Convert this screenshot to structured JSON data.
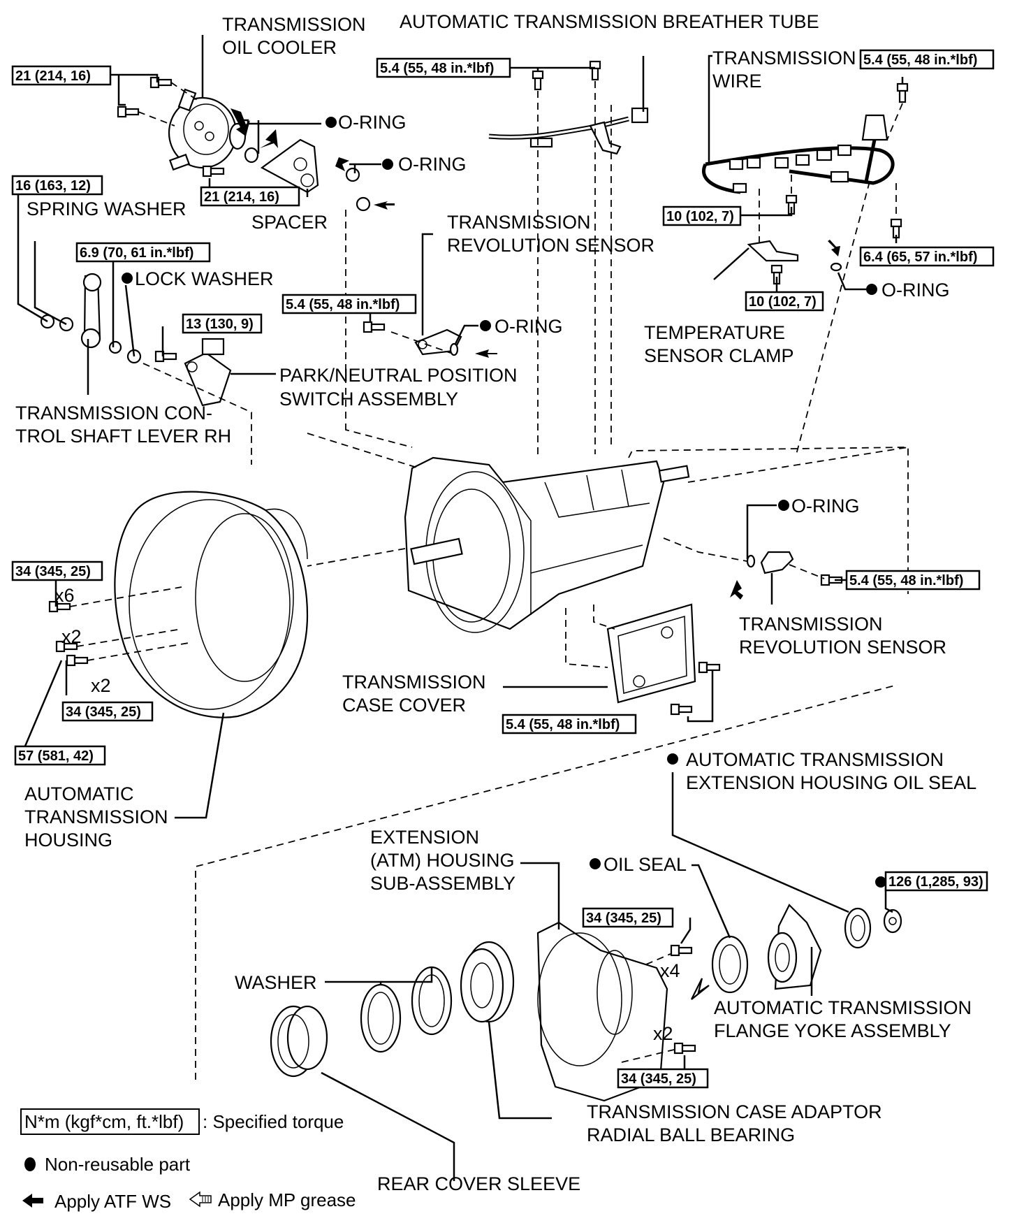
{
  "labels": {
    "oil_cooler": [
      "TRANSMISSION",
      "OIL COOLER"
    ],
    "breather_tube": [
      "AUTOMATIC TRANSMISSION BREATHER TUBE"
    ],
    "transmission_wire": [
      "TRANSMISSION",
      "WIRE"
    ],
    "o_ring_1": "O-RING",
    "o_ring_2": "O-RING",
    "spring_washer": "SPRING WASHER",
    "spacer": "SPACER",
    "revolution_sensor_top": [
      "TRANSMISSION",
      "REVOLUTION SENSOR"
    ],
    "o_ring_wire": "O-RING",
    "lock_washer": "LOCK WASHER",
    "temperature_clamp": [
      "TEMPERATURE",
      "SENSOR CLAMP"
    ],
    "o_ring_sensor_top": "O-RING",
    "park_neutral": [
      "PARK/NEUTRAL POSITION",
      "SWITCH ASSEMBLY"
    ],
    "control_shaft_lever": [
      "TRANSMISSION CON-",
      "TROL SHAFT LEVER RH"
    ],
    "o_ring_sensor_right": "O-RING",
    "revolution_sensor_right": [
      "TRANSMISSION",
      "REVOLUTION SENSOR"
    ],
    "case_cover": [
      "TRANSMISSION",
      "CASE COVER"
    ],
    "ext_housing_oil_seal": [
      "AUTOMATIC TRANSMISSION",
      "EXTENSION HOUSING OIL SEAL"
    ],
    "trans_housing": [
      "AUTOMATIC",
      "TRANSMISSION",
      "HOUSING"
    ],
    "extension_housing": [
      "EXTENSION",
      "(ATM) HOUSING",
      "SUB-ASSEMBLY"
    ],
    "oil_seal": "OIL SEAL",
    "washer": "WASHER",
    "flange_yoke": [
      "AUTOMATIC TRANSMISSION",
      "FLANGE YOKE ASSEMBLY"
    ],
    "ball_bearing": [
      "TRANSMISSION CASE ADAPTOR",
      "RADIAL BALL BEARING"
    ],
    "rear_cover_sleeve": "REAR COVER SLEEVE"
  },
  "quantities": {
    "housing_x6": "x6",
    "housing_x2_a": "x2",
    "housing_x2_b": "x2",
    "ext_x4": "x4",
    "ext_x2": "x2"
  },
  "torques": {
    "oil_cooler_upper": "21 (214, 16)",
    "oil_cooler_lower": "21 (214, 16)",
    "breather": "5.4 (55, 48 in.*lbf)",
    "wire_top": "5.4 (55, 48 in.*lbf)",
    "spring_washer": "16 (163, 12)",
    "wire_left": "10 (102, 7)",
    "wire_right": "6.4 (65, 57 in.*lbf)",
    "lever_nut": "6.9 (70, 61 in.*lbf)",
    "clamp": "10 (102, 7)",
    "sensor_top": "5.4 (55, 48 in.*lbf)",
    "pnp_switch": "13 (130, 9)",
    "housing_upper": "34 (345, 25)",
    "sensor_right": "5.4 (55, 48 in.*lbf)",
    "housing_lower": "34 (345, 25)",
    "case_cover": "5.4 (55, 48 in.*lbf)",
    "housing_57": "57 (581, 42)",
    "flange_nut": "126 (1,285, 93)",
    "ext_upper": "34 (345, 25)",
    "ext_lower": "34 (345, 25)"
  },
  "legend": {
    "torque_unit": "N*m (kgf*cm, ft.*lbf)",
    "torque_desc": ": Specified torque",
    "non_reusable": "Non-reusable part",
    "apply_atf": "Apply ATF WS",
    "apply_grease": "Apply MP grease"
  }
}
